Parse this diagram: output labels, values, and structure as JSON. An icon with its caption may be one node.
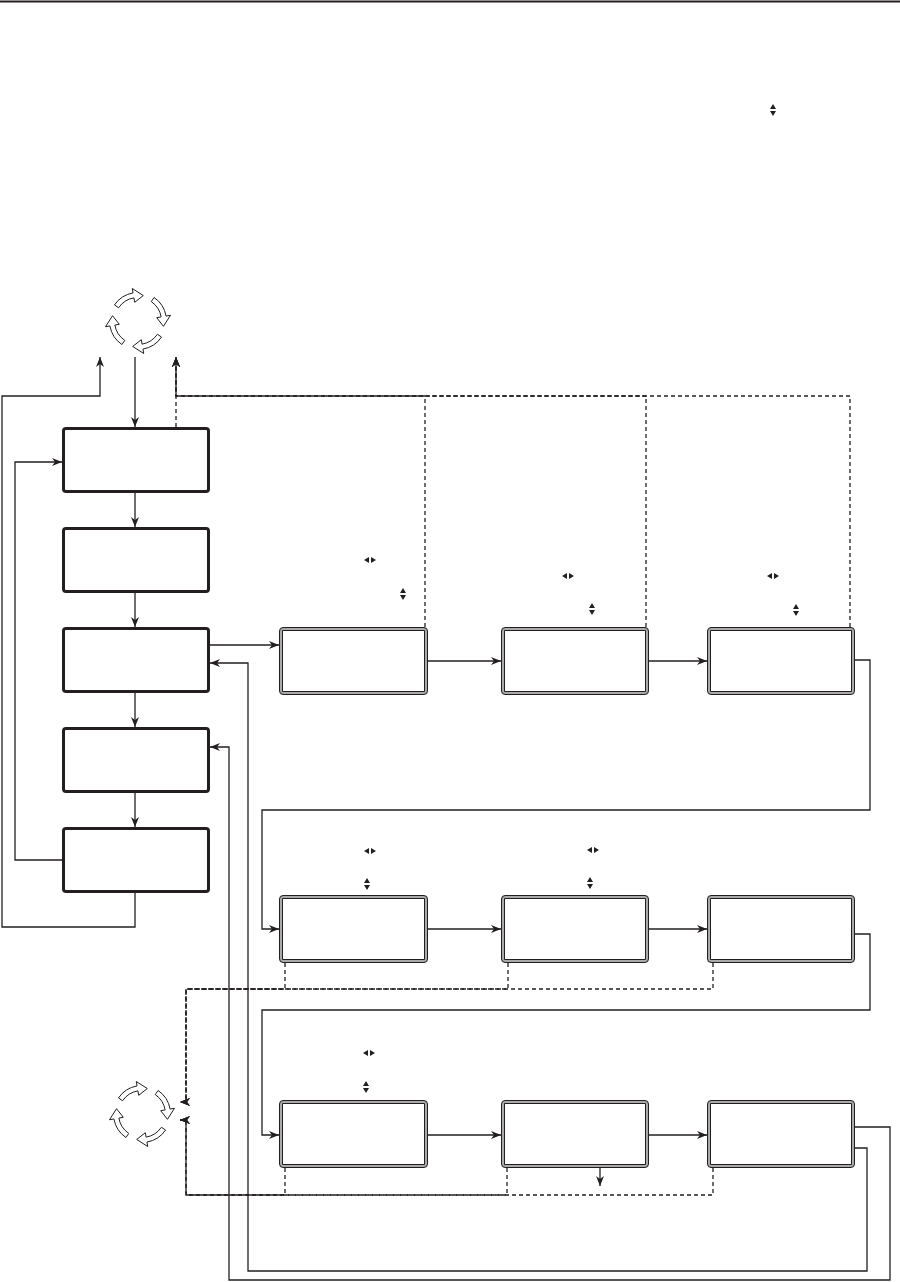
{
  "diagram": {
    "nodes": [
      {
        "text": [],
        "shape": "cycle"
      },
      {
        "text": [],
        "shape": "box"
      },
      {
        "text": [],
        "shape": "box"
      },
      {
        "text": [],
        "shape": "box"
      },
      {
        "text": [],
        "shape": "box"
      },
      {
        "text": [],
        "shape": "box"
      },
      {
        "text": [],
        "shape": "box"
      },
      {
        "text": [],
        "shape": "box"
      },
      {
        "text": [],
        "shape": "box"
      },
      {
        "text": [],
        "shape": "box"
      },
      {
        "text": [],
        "shape": "box"
      },
      {
        "text": [],
        "shape": "box"
      },
      {
        "text": [],
        "shape": "box"
      },
      {
        "text": [],
        "shape": "box"
      },
      {
        "text": [],
        "shape": "box"
      },
      {
        "text": [],
        "shape": "cycle"
      }
    ],
    "edges": [
      {
        "from": 0,
        "to": 1,
        "arrow": "to"
      },
      {
        "from": 1,
        "to": 0,
        "arrow": "to",
        "style": "dashed"
      },
      {
        "from": 6,
        "to": 0,
        "arrow": "to",
        "style": "dashed"
      },
      {
        "from": 7,
        "to": 0,
        "arrow": "to",
        "style": "dashed"
      },
      {
        "from": 8,
        "to": 0,
        "arrow": "to",
        "style": "dashed"
      },
      {
        "from": 5,
        "to": 0,
        "arrow": "to"
      },
      {
        "from": 5,
        "to": 1,
        "arrow": "to"
      },
      {
        "from": 1,
        "to": 2,
        "arrow": "to"
      },
      {
        "from": 2,
        "to": 3,
        "arrow": "to"
      },
      {
        "from": 3,
        "to": 4,
        "arrow": "to"
      },
      {
        "from": 4,
        "to": 5,
        "arrow": "to"
      },
      {
        "from": 3,
        "to": 6,
        "arrow": "to"
      },
      {
        "from": 6,
        "to": 7,
        "arrow": "to"
      },
      {
        "from": 7,
        "to": 8,
        "arrow": "to"
      },
      {
        "from": 8,
        "to": 9,
        "arrow": "to"
      },
      {
        "from": 9,
        "to": 10,
        "arrow": "to"
      },
      {
        "from": 10,
        "to": 11,
        "arrow": "to"
      },
      {
        "from": 11,
        "to": 12,
        "arrow": "to"
      },
      {
        "from": 12,
        "to": 13,
        "arrow": "to"
      },
      {
        "from": 13,
        "to": 14,
        "arrow": "to"
      },
      {
        "from": 13,
        "to": null,
        "arrow": "to"
      },
      {
        "from": 14,
        "to": 3,
        "arrow": "to"
      },
      {
        "from": 14,
        "to": 4,
        "arrow": "to"
      },
      {
        "from": 9,
        "to": 15,
        "arrow": "to",
        "style": "dashed"
      },
      {
        "from": 10,
        "to": 15,
        "arrow": "to",
        "style": "dashed"
      },
      {
        "from": 11,
        "to": 15,
        "arrow": "to",
        "style": "dashed"
      },
      {
        "from": 12,
        "to": 15,
        "arrow": "to",
        "style": "dashed"
      },
      {
        "from": 13,
        "to": 15,
        "arrow": "to",
        "style": "dashed"
      },
      {
        "from": 14,
        "to": 15,
        "arrow": "to",
        "style": "dashed"
      }
    ]
  }
}
